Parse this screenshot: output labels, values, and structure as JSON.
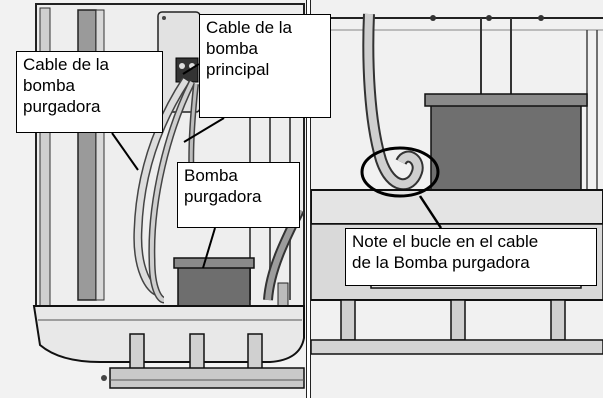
{
  "callouts": {
    "purge_cable": "Cable de la\nbomba\npurgadora",
    "main_cable": "Cable de la\nbomba\nprincipal",
    "purge_pump": "Bomba\npurgadora",
    "loop_note": "Note el bucle en el cable\nde la Bomba purgadora"
  },
  "colors": {
    "background": "#ffffff",
    "line": "#000000",
    "shade_light": "#e6e6e6",
    "shade_mid": "#a0a0a0",
    "shade_dark": "#555555"
  }
}
